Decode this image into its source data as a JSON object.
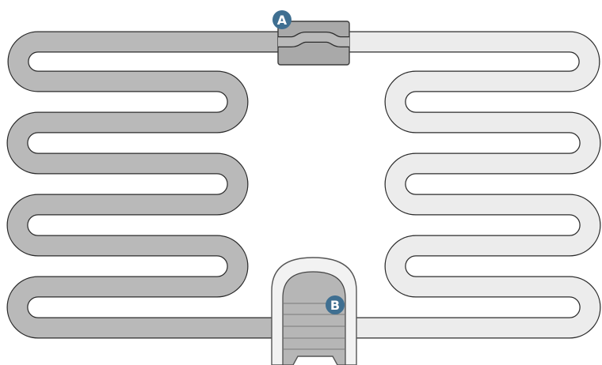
{
  "diagram": {
    "title": "",
    "colors": {
      "background": "#ffffff",
      "strip_outline": "#2b2b2b",
      "strip_dark_fill": "#b9b9b9",
      "strip_light_fill": "#ececec",
      "clip_fill": "#a9a9a9",
      "clip_outline": "#3a3a3a",
      "heater_fill": "#b6b6b6",
      "heater_outline": "#444444",
      "housing_fill": "#f2f2f2",
      "housing_outline": "#555555",
      "marker_fill": "#3f6f91",
      "marker_text": "#ffffff"
    },
    "markers": [
      {
        "label": "A",
        "target": "junction-clip"
      },
      {
        "label": "B",
        "target": "heater-unit"
      }
    ]
  }
}
